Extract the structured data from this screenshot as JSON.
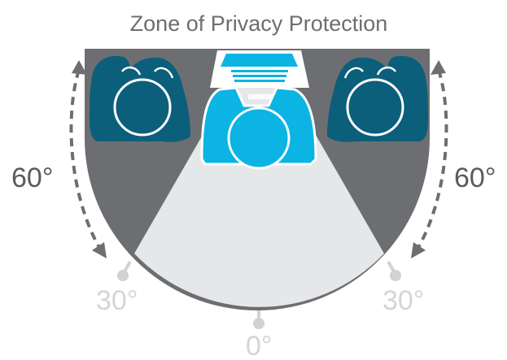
{
  "title": "Zone of Privacy Protection",
  "angles": {
    "left_outer": "60°",
    "right_outer": "60°",
    "left_inner": "30°",
    "right_inner": "30°",
    "center": "0°"
  },
  "colors": {
    "outer_zone": "#6d6e71",
    "view_cone": "#e6e7e8",
    "side_people": "#0b5f7a",
    "user": "#0cb4e4",
    "laptop": "#0cb4e4",
    "tick_marks": "#d1d2d3",
    "arrows": "#6d6e71"
  },
  "icons": [
    "side-person-left-icon",
    "side-person-right-icon",
    "user-icon",
    "laptop-icon",
    "arrow-icon"
  ]
}
